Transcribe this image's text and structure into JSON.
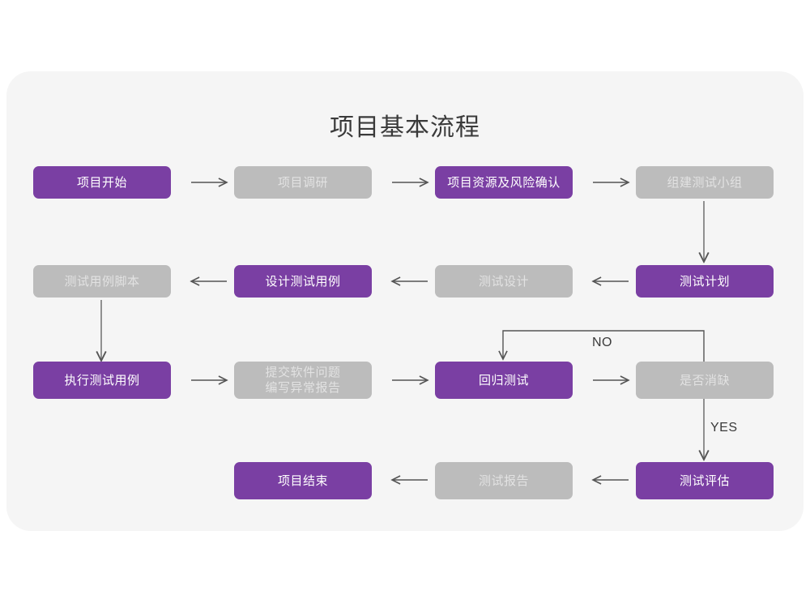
{
  "title": "项目基本流程",
  "colors": {
    "purple": "#7a3fa3",
    "gray": "#bcbcbc",
    "gray_text": "#e2e2e2",
    "card_bg": "#f5f5f5",
    "page_bg": "#ffffff",
    "arrow": "#555555",
    "title_text": "#3a3a3a"
  },
  "nodes": {
    "n1": {
      "label": "项目开始",
      "style": "purple"
    },
    "n2": {
      "label": "项目调研",
      "style": "gray"
    },
    "n3": {
      "label": "项目资源及风险确认",
      "style": "purple"
    },
    "n4": {
      "label": "组建测试小组",
      "style": "gray"
    },
    "n5": {
      "label": "测试计划",
      "style": "purple"
    },
    "n6": {
      "label": "测试设计",
      "style": "gray"
    },
    "n7": {
      "label": "设计测试用例",
      "style": "purple"
    },
    "n8": {
      "label": "测试用例脚本",
      "style": "gray"
    },
    "n9": {
      "label": "执行测试用例",
      "style": "purple"
    },
    "n10": {
      "label_line1": "提交软件问题",
      "label_line2": "编写异常报告",
      "style": "gray"
    },
    "n11": {
      "label": "回归测试",
      "style": "purple"
    },
    "n12": {
      "label": "是否消缺",
      "style": "gray"
    },
    "n13": {
      "label": "测试评估",
      "style": "purple"
    },
    "n14": {
      "label": "测试报告",
      "style": "gray"
    },
    "n15": {
      "label": "项目结束",
      "style": "purple"
    }
  },
  "edge_labels": {
    "no": "NO",
    "yes": "YES"
  }
}
